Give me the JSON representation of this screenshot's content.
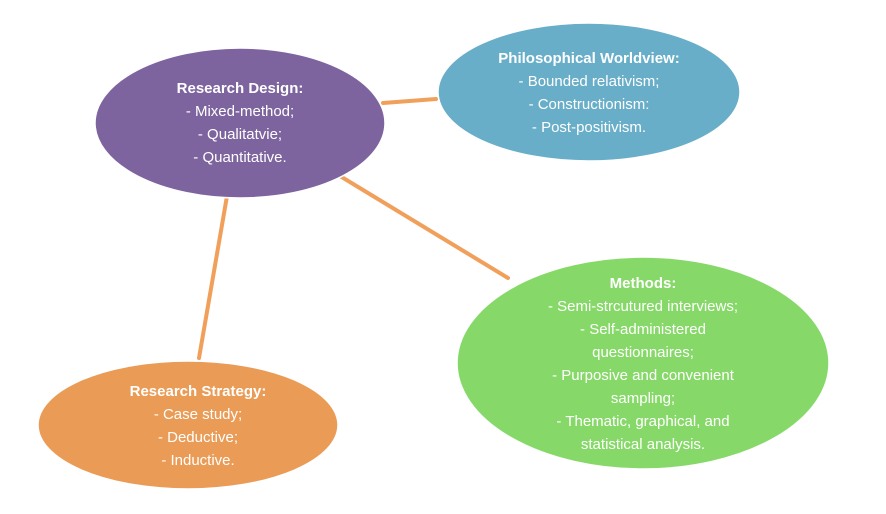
{
  "colors": {
    "research_design": "#7d649e",
    "philosophical_worldview": "#68aec9",
    "methods": "#86d968",
    "research_strategy": "#ea9b56",
    "connector": "#f0a05a",
    "text": "#ffffff"
  },
  "nodes": {
    "research_design": {
      "title": "Research Design:",
      "items": [
        "- Mixed-method;",
        "- Qualitatvie;",
        "- Quantitative."
      ]
    },
    "philosophical_worldview": {
      "title": "Philosophical Worldview:",
      "items": [
        "- Bounded relativism;",
        "- Constructionism:",
        "- Post-positivism."
      ]
    },
    "methods": {
      "title": "Methods:",
      "items": [
        "- Semi-strcutured interviews;",
        "- Self-administered",
        "questionnaires;",
        "- Purposive and convenient",
        "sampling;",
        "- Thematic, graphical, and",
        "statistical analysis."
      ]
    },
    "research_strategy": {
      "title": "Research Strategy:",
      "items": [
        "- Case study;",
        "- Deductive;",
        "- Inductive."
      ]
    }
  }
}
